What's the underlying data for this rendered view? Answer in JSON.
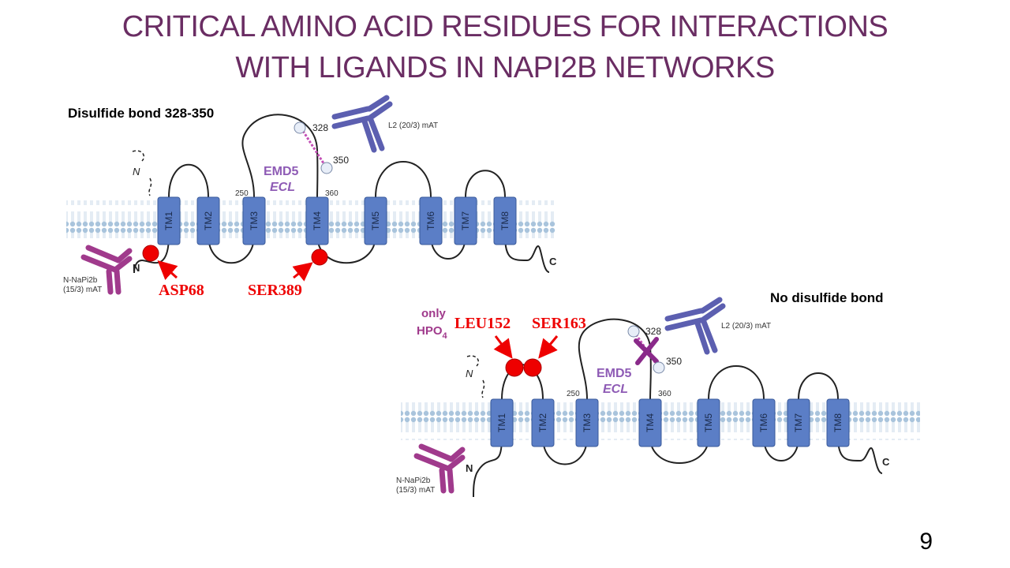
{
  "slide": {
    "title_line1": "CRITICAL AMINO ACID RESIDUES FOR INTERACTIONS",
    "title_line2": "WITH LIGANDS IN NAPI2B NETWORKS",
    "page_number": "9"
  },
  "colors": {
    "title": "#6a2d63",
    "tm_helix": "#5b7ec6",
    "residue_marker": "#ee0000",
    "ecl_label": "#8e5bb5",
    "antibody_l2": "#5c5fb0",
    "antibody_n": "#a03a8c"
  },
  "top_panel": {
    "heading": "Disulfide bond 328-350",
    "helices": [
      "TM1",
      "TM2",
      "TM3",
      "TM4",
      "TM5",
      "TM6",
      "TM7",
      "TM8"
    ],
    "loop_label": "EMD5",
    "loop_sublabel": "ECL",
    "pos_250": "250",
    "pos_360": "360",
    "cys_328": "328",
    "cys_350": "350",
    "n_term_label": "N",
    "n_term_dashed": "N",
    "c_term_label": "C",
    "antibody_top_label": "L2 (20/3) mAT",
    "antibody_n_label_1": "N-NaPi2b",
    "antibody_n_label_2": "(15/3) mAT",
    "residues": [
      "ASP68",
      "SER389"
    ]
  },
  "bottom_panel": {
    "heading": "No disulfide bond",
    "helices": [
      "TM1",
      "TM2",
      "TM3",
      "TM4",
      "TM5",
      "TM6",
      "TM7",
      "TM8"
    ],
    "loop_label": "EMD5",
    "loop_sublabel": "ECL",
    "pos_250": "250",
    "pos_360": "360",
    "cys_328": "328",
    "cys_350": "350",
    "n_term_label": "N",
    "n_term_dashed": "N",
    "c_term_label": "C",
    "antibody_top_label": "L2 (20/3) mAT",
    "antibody_n_label_1": "N-NaPi2b",
    "antibody_n_label_2": "(15/3) mAT",
    "residues": [
      "LEU152",
      "SER163"
    ],
    "only_label": "only",
    "hpo_label": "HPO",
    "hpo_subscript": "4"
  }
}
